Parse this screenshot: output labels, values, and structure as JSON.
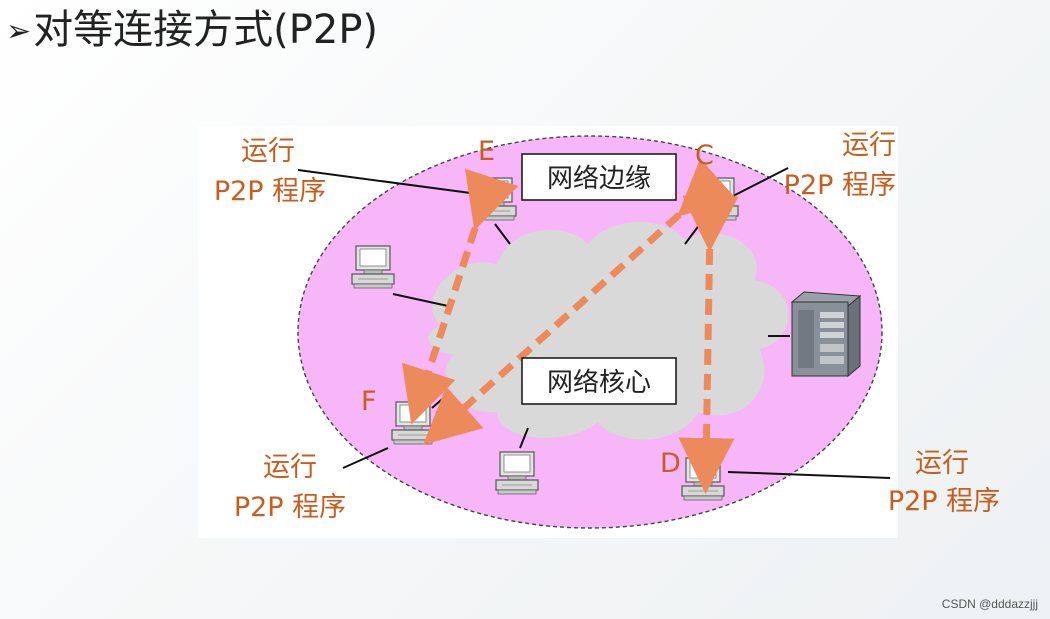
{
  "title": "对等连接方式(P2P)",
  "diagram": {
    "edge_label": "网络边缘",
    "core_label": "网络核心",
    "nodes": {
      "E": "E",
      "C": "C",
      "F": "F",
      "D": "D"
    },
    "p2p_note": {
      "line1": "运行",
      "line2": "P2P 程序"
    },
    "colors": {
      "ellipse": "#f7b6f7",
      "cloud": "#d9d9d9",
      "arrow": "#ec8a5c",
      "label": "#c75d1f"
    }
  },
  "watermark": "CSDN @dddazzjjj"
}
